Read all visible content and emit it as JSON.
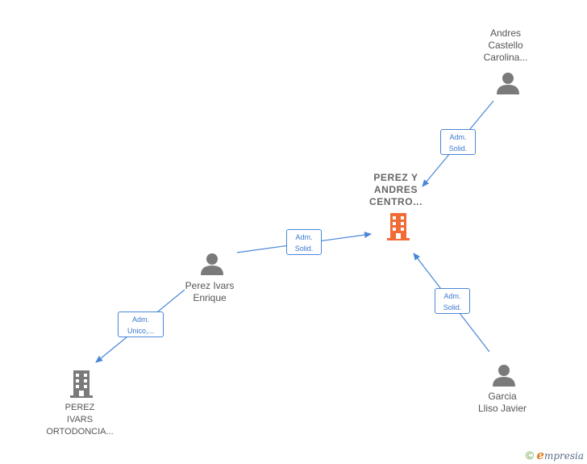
{
  "nodes": {
    "andres": {
      "lines": [
        "Andres",
        "Castello",
        "Carolina..."
      ],
      "kind": "person"
    },
    "perez_centro": {
      "lines": [
        "PEREZ Y",
        "ANDRES",
        "CENTRO..."
      ],
      "kind": "company-main"
    },
    "perez_ivars_enrique": {
      "lines": [
        "Perez Ivars",
        "Enrique"
      ],
      "kind": "person"
    },
    "perez_ortodoncia": {
      "lines": [
        "PEREZ",
        "IVARS",
        "ORTODONCIA..."
      ],
      "kind": "company"
    },
    "garcia": {
      "lines": [
        "Garcia",
        "Lliso Javier"
      ],
      "kind": "person"
    }
  },
  "edges": {
    "andres_to_centro": {
      "lines": [
        "Adm.",
        "Solid."
      ]
    },
    "enrique_to_centro": {
      "lines": [
        "Adm.",
        "Solid."
      ]
    },
    "garcia_to_centro": {
      "lines": [
        "Adm.",
        "Solid."
      ]
    },
    "enrique_to_ortodoncia": {
      "lines": [
        "Adm.",
        "Unico,..."
      ]
    }
  },
  "colors": {
    "edge": "#4a86d8",
    "person_icon": "#7a7a7a",
    "company_icon": "#7a7a7a",
    "company_main_icon": "#f26a36"
  },
  "footer": {
    "copyright_symbol": "©",
    "brand_initial": "e",
    "brand_rest": "mpresia"
  }
}
